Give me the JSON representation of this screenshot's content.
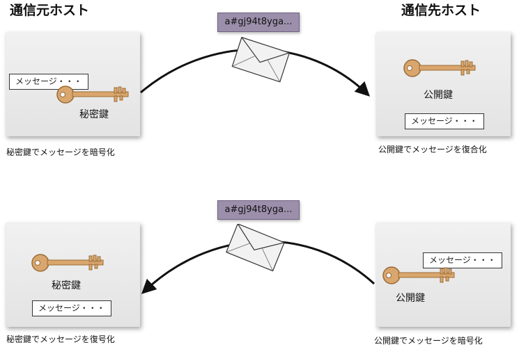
{
  "headings": {
    "source_host": "通信元ホスト",
    "dest_host": "通信先ホスト"
  },
  "top_flow": {
    "ciphertext": "a#gj94t8yga...",
    "source": {
      "message": "メッセージ・・・",
      "key_label": "秘密鍵",
      "caption": "秘密鍵でメッセージを暗号化"
    },
    "dest": {
      "message": "メッセージ・・・",
      "key_label": "公開鍵",
      "caption": "公開鍵でメッセージを復合化"
    }
  },
  "bottom_flow": {
    "ciphertext": "a#gj94t8yga...",
    "source": {
      "message": "メッセージ・・・",
      "key_label": "秘密鍵",
      "caption": "秘密鍵でメッセージを復号化"
    },
    "dest": {
      "message": "メッセージ・・・",
      "key_label": "公開鍵",
      "caption": "公開鍵でメッセージを暗号化"
    }
  },
  "icons": {
    "key": "key-icon",
    "envelope": "envelope-icon"
  }
}
